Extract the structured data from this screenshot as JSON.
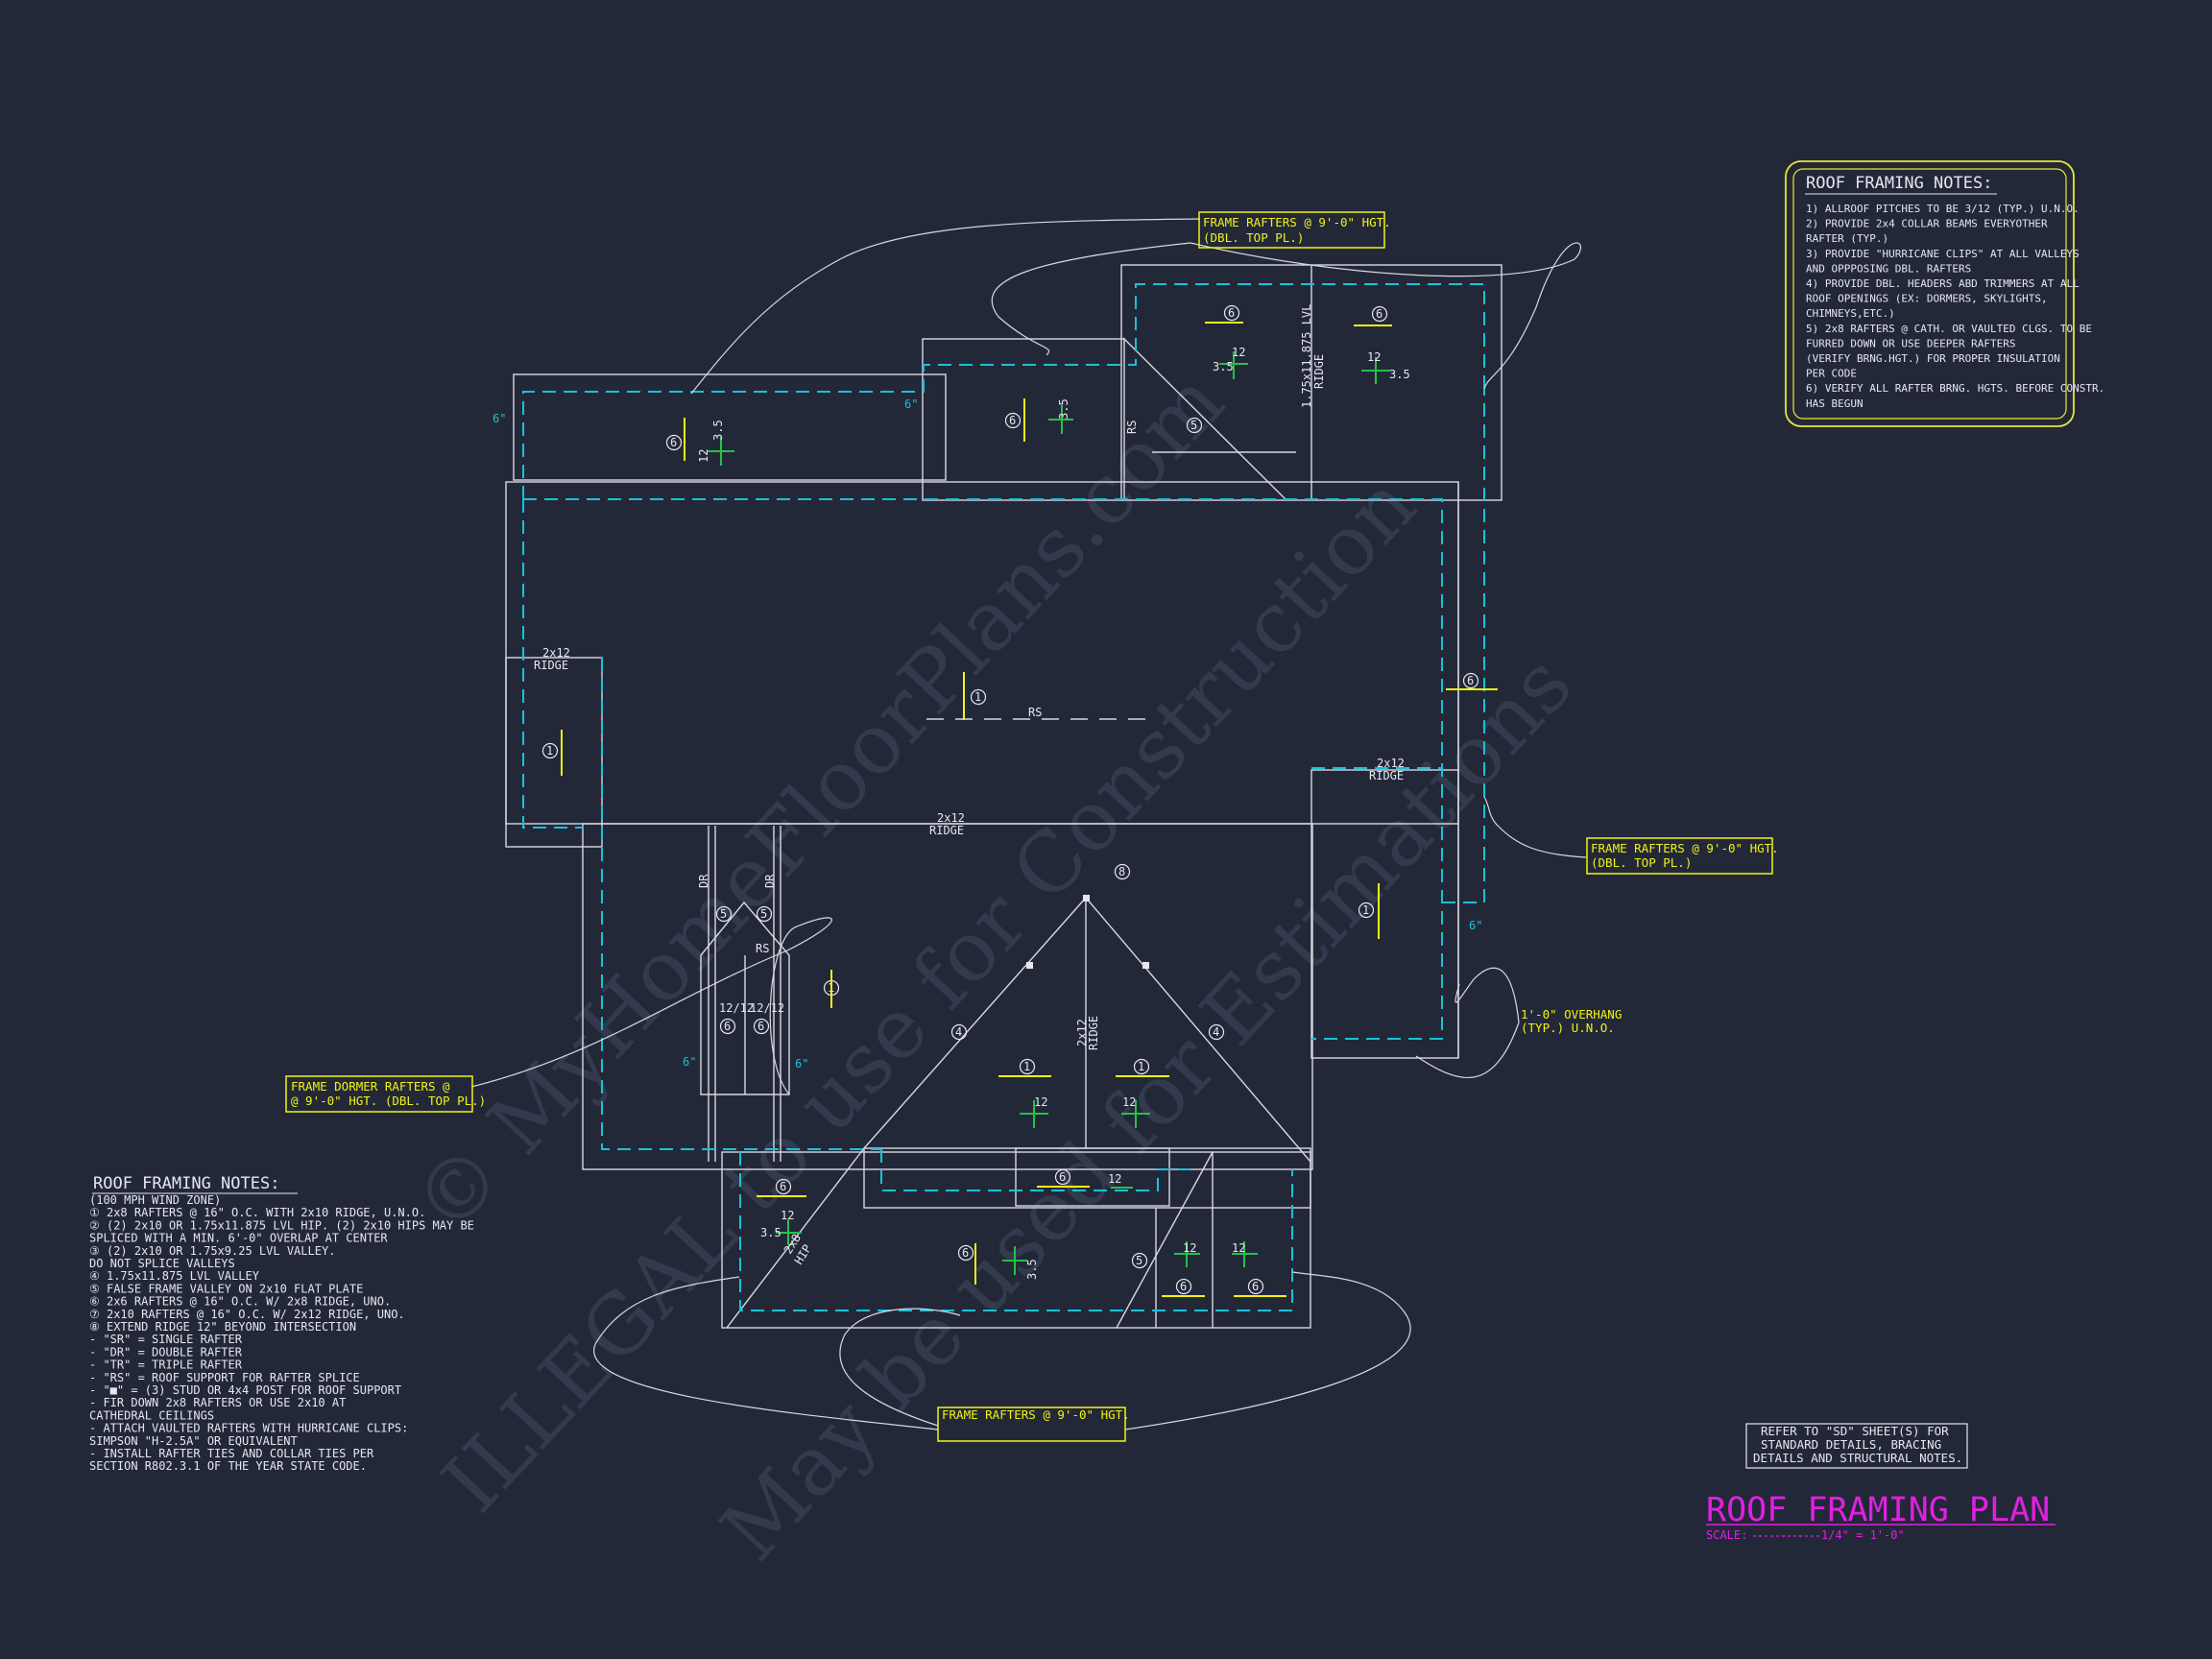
{
  "watermark": {
    "line1": "© MyHomeFloorPlans.com",
    "line2": "ILLEGAL to use for Construction",
    "line3": "May be used for Estimations"
  },
  "callouts": {
    "top": [
      "FRAME RAFTERS @ 9'-0\" HGT.",
      "(DBL. TOP PL.)"
    ],
    "right": [
      "FRAME RAFTERS @ 9'-0\" HGT.",
      "(DBL. TOP PL.)"
    ],
    "dormer": [
      "FRAME DORMER RAFTERS @",
      "@ 9'-0\" HGT. (DBL. TOP PL.)"
    ],
    "bottom": [
      "FRAME RAFTERS @ 9'-0\" HGT."
    ],
    "overhang": [
      "1'-0\" OVERHANG",
      "(TYP.) U.N.O."
    ]
  },
  "plan_labels": {
    "ridge": "RIDGE",
    "ridge_size": "2x12",
    "rs": "RS",
    "dr": "DR",
    "lvl_ridge": "1.75x11.875 LVL",
    "hip": "HIP",
    "hip_size": "2x8",
    "pitch_run": "12",
    "pitch_rise": "3.5",
    "dormer_pitch": "12/12",
    "six_inch": "6\"",
    "circle_1": "1",
    "circle_4": "4",
    "circle_5": "5",
    "circle_6": "6",
    "circle_8": "8"
  },
  "notes_box": {
    "title": "ROOF FRAMING NOTES:",
    "lines": [
      "1) ALLROOF PITCHES TO BE  3/12 (TYP.) U.N.O.",
      "2) PROVIDE 2x4 COLLAR BEAMS EVERYOTHER",
      "   RAFTER (TYP.)",
      "3) PROVIDE \"HURRICANE CLIPS\" AT ALL VALLEYS",
      "   AND OPPPOSING DBL. RAFTERS",
      "4) PROVIDE DBL. HEADERS ABD TRIMMERS AT ALL",
      "   ROOF OPENINGS (EX: DORMERS, SKYLIGHTS,",
      "   CHIMNEYS,ETC.)",
      "5) 2x8 RAFTERS @ CATH. OR VAULTED CLGS. TO BE",
      "   FURRED DOWN OR USE DEEPER RAFTERS",
      "   (VERIFY BRNG.HGT.) FOR PROPER INSULATION",
      "   PER CODE",
      "6) VERIFY ALL RAFTER BRNG. HGTS. BEFORE CONSTR.",
      "   HAS BEGUN"
    ]
  },
  "legend": {
    "title": "ROOF FRAMING NOTES:",
    "lines": [
      "  (100 MPH WIND ZONE)",
      "① 2x8 RAFTERS @ 16\" O.C. WITH 2x10 RIDGE, U.N.O.",
      "② (2) 2x10 OR 1.75x11.875 LVL HIP. (2) 2x10 HIPS MAY BE",
      "   SPLICED WITH A MIN. 6'-0\" OVERLAP AT CENTER",
      "③ (2) 2x10 OR 1.75x9.25 LVL VALLEY.",
      "   DO NOT SPLICE VALLEYS",
      "④ 1.75x11.875 LVL VALLEY",
      "⑤ FALSE FRAME VALLEY ON 2x10 FLAT PLATE",
      "⑥ 2x6 RAFTERS @ 16\" O.C. W/ 2x8 RIDGE, UNO.",
      "⑦ 2x10 RAFTERS @ 16\" O.C. W/ 2x12 RIDGE, UNO.",
      "⑧ EXTEND RIDGE 12\" BEYOND INTERSECTION",
      "-  \"SR\" = SINGLE RAFTER",
      "-  \"DR\" = DOUBLE RAFTER",
      "-  \"TR\" = TRIPLE RAFTER",
      "-  \"RS\" = ROOF SUPPORT FOR RAFTER SPLICE",
      "-  \"■\"  = (3) STUD OR 4x4 POST FOR ROOF SUPPORT",
      "-  FIR DOWN 2x8 RAFTERS OR USE 2x10 AT",
      "   CATHEDRAL CEILINGS",
      "-  ATTACH VAULTED RAFTERS WITH HURRICANE CLIPS:",
      "   SIMPSON \"H-2.5A\" OR EQUIVALENT",
      "-  INSTALL RAFTER TIES AND COLLAR TIES PER",
      "   SECTION R802.3.1 OF THE YEAR STATE CODE."
    ]
  },
  "refer_box": {
    "lines": [
      "REFER TO \"SD\" SHEET(S) FOR",
      "STANDARD DETAILS, BRACING",
      "DETAILS AND STRUCTURAL NOTES."
    ]
  },
  "title_block": {
    "title": "ROOF FRAMING PLAN",
    "scale_label": "SCALE:",
    "scale_value": "1/4\" = 1'-0\""
  },
  "colors": {
    "background": "#232839",
    "wall": "#d8d8e0",
    "overhang": "#18c2d6",
    "callout": "#f2f215",
    "title": "#e020e0",
    "pitch": "#24c24a"
  }
}
